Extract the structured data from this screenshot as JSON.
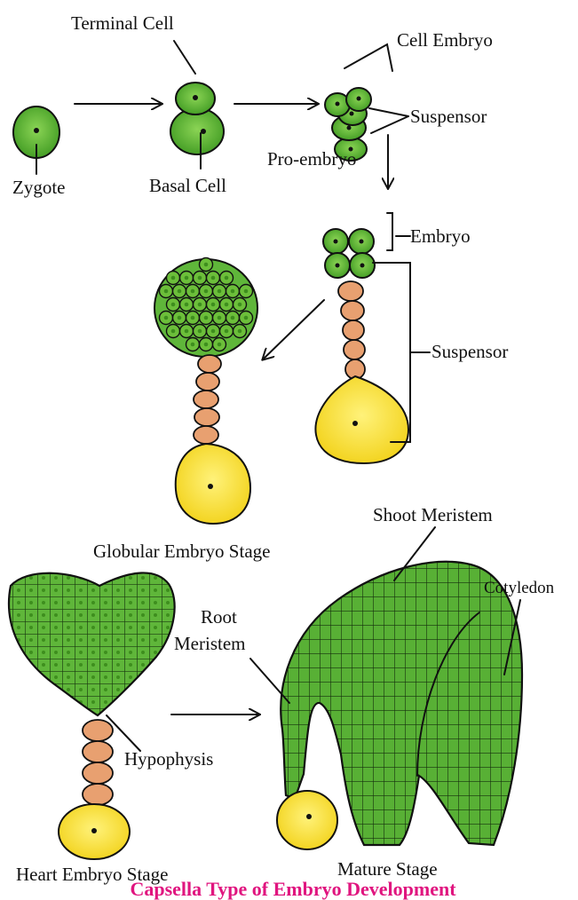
{
  "labels": {
    "terminal_cell": "Terminal Cell",
    "cell_embryo": "Cell Embryo",
    "suspensor_top": "Suspensor",
    "zygote": "Zygote",
    "basal_cell": "Basal Cell",
    "pro_embryo": "Pro-embryo",
    "embryo": "Embryo",
    "suspensor_mid": "Suspensor",
    "globular_stage": "Globular Embryo Stage",
    "shoot_meristem": "Shoot Meristem",
    "cotyledon": "Cotyledon",
    "root": "Root",
    "meristem": "Meristem",
    "hypophysis": "Hypophysis",
    "heart_stage": "Heart Embryo Stage",
    "mature_stage": "Mature Stage"
  },
  "title": "Capsella Type of Embryo Development",
  "colors": {
    "cell_green": "#6cbf3a",
    "cell_green_dark": "#3e8e1e",
    "suspensor_orange": "#e8a070",
    "basal_yellow": "#f5e23a",
    "title_magenta": "#e0157f"
  }
}
